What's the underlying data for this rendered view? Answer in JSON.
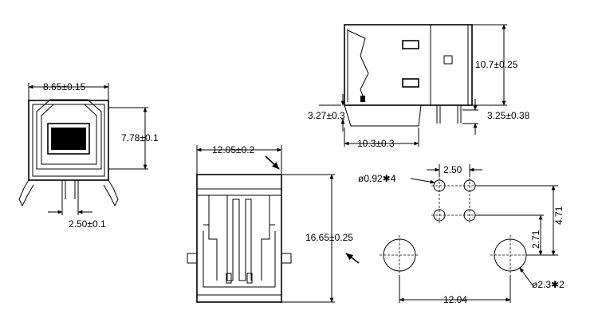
{
  "front_view": {
    "width_dim": "8.65±0.15",
    "height_dim": "7.78±0.1",
    "pin_pitch_dim": "2.50±0.1"
  },
  "side_view": {
    "height_dim": "10.7±0.25",
    "pin_offset_dim": "3.27±0.3",
    "pin_length_dim": "3.25±0.38",
    "depth_dim": "10.3±0.3"
  },
  "top_view": {
    "width_dim": "12.05±0.2",
    "length_dim": "16.65±0.25"
  },
  "footprint": {
    "pin_hole_dim": "ø0.92✱4",
    "pin_pitch_dim": "2.50",
    "row_offset_dim": "4.71",
    "row_pitch_dim": "2.71",
    "mount_hole_dim": "ø2.3✱2",
    "mount_spacing_dim": "12.04"
  }
}
